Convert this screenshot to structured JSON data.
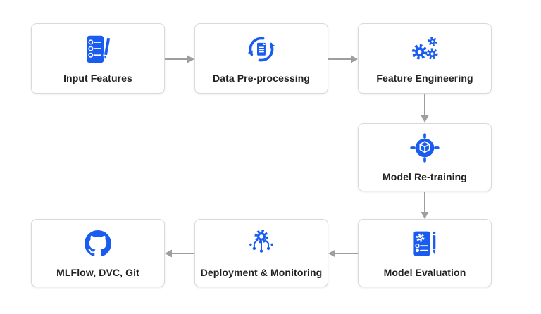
{
  "diagram": {
    "colors": {
      "accent": "#1a5cf0",
      "arrow": "#9e9e9e",
      "border": "#d9d9d9",
      "text": "#202124",
      "box_bg": "#ffffff",
      "page_bg": "#ffffff"
    },
    "nodes": [
      {
        "id": "input-features",
        "label": "Input Features",
        "icon": "checklist-pencil-icon"
      },
      {
        "id": "data-preprocessing",
        "label": "Data Pre-processing",
        "icon": "document-sync-icon"
      },
      {
        "id": "feature-engineering",
        "label": "Feature Engineering",
        "icon": "gears-icon"
      },
      {
        "id": "model-retraining",
        "label": "Model Re-training",
        "icon": "cube-target-icon"
      },
      {
        "id": "model-evaluation",
        "label": "Model Evaluation",
        "icon": "report-pen-icon"
      },
      {
        "id": "deployment-monitoring",
        "label": "Deployment & Monitoring",
        "icon": "gear-network-icon"
      },
      {
        "id": "mlflow-dvc-git",
        "label": "MLFlow, DVC, Git",
        "icon": "github-icon"
      }
    ],
    "edges": [
      {
        "from": "input-features",
        "to": "data-preprocessing",
        "direction": "right"
      },
      {
        "from": "data-preprocessing",
        "to": "feature-engineering",
        "direction": "right"
      },
      {
        "from": "feature-engineering",
        "to": "model-retraining",
        "direction": "down"
      },
      {
        "from": "model-retraining",
        "to": "model-evaluation",
        "direction": "down"
      },
      {
        "from": "model-evaluation",
        "to": "deployment-monitoring",
        "direction": "left"
      },
      {
        "from": "deployment-monitoring",
        "to": "mlflow-dvc-git",
        "direction": "left"
      }
    ]
  }
}
